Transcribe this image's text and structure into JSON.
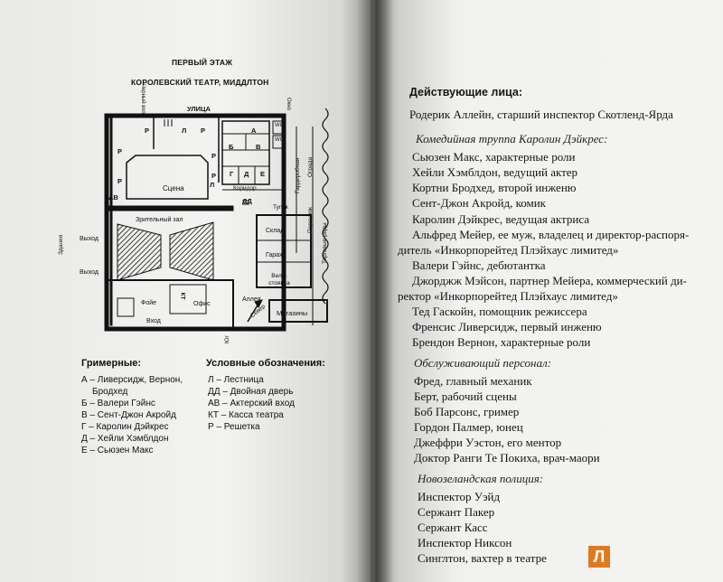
{
  "plan": {
    "floor_title": "ПЕРВЫЙ ЭТАЖ",
    "theatre_title": "КОРОЛЕВСКИЙ ТЕАТР, МИДДЛТОН",
    "street": "УЛИЦА",
    "black_entrance": "Черный вход",
    "window": "Окно",
    "wc1": "WC",
    "wc2": "WC",
    "room_A": "А",
    "room_B": "Б",
    "room_V": "В",
    "room_G": "Г",
    "room_D": "Д",
    "room_E": "Е",
    "R1": "Р",
    "L1": "Л",
    "R2": "Р",
    "R3": "Р",
    "R4": "Р",
    "R5": "Р",
    "R6": "Р",
    "L2": "Л",
    "stage": "Сцена",
    "AV": "АВ",
    "corridor": "Коридор",
    "wardrobe": "Гардеробная",
    "fence": "Ограда",
    "DD": "ДД",
    "deadend": "Тупик",
    "lane": "Переулок",
    "parking_lot": "Торговые ряды",
    "buildings": "Здания",
    "hall": "Зрительный зал",
    "exit1": "Выход",
    "exit2": "Выход",
    "warehouse": "Склад",
    "garage": "Гараж",
    "bikes": "Вело-стоянка",
    "foyer": "Фойе",
    "KT": "КТ",
    "office": "Офис",
    "entrance": "Вход",
    "alley": "Аллея",
    "north": "Север",
    "south": "Юг",
    "shops": "Магазины"
  },
  "legend": {
    "dressing_title": "Гримерные:",
    "dressing": [
      "А – Ливерсидж, Вернон,",
      "Бродхед",
      "Б – Валери Гэйнс",
      "В – Сент-Джон Акройд",
      "Г – Каролин Дэйкрес",
      "Д – Хейли Хэмблдон",
      "Е – Сьюзен Макс"
    ],
    "symbols_title": "Условные обозначения:",
    "symbols": [
      "Л – Лестница",
      "ДД – Двойная дверь",
      "АВ – Актерский вход",
      "КТ – Касса театра",
      "Р – Решетка"
    ]
  },
  "cast": {
    "heading": "Действующие лица:",
    "lead": "Родерик Аллейн, старший инспектор Скотленд-Ярда",
    "troupe_title": "Комедийная труппа Каролин Дэйкрес:",
    "troupe": [
      "Сьюзен Макс, характерные роли",
      "Хейли Хэмблдон, ведущий актер",
      "Кортни Бродхед, второй инженю",
      "Сент-Джон Акройд, комик",
      "Каролин Дэйкрес, ведущая актриса",
      "Альфред Мейер, ее муж, владелец и директор-распоря-",
      "дитель «Инкорпорейтед Плэйхаус лимитед»",
      "Валери Гэйнс, дебютантка",
      "Джорджж Мэйсон, партнер Мейера, коммерческий ди-",
      "ректор «Инкорпорейтед Плэйхаус лимитед»",
      "Тед Гаскойн, помощник режиссера",
      "Френсис Ливерсидж, первый инженю",
      "Брендон Вернон, характерные роли"
    ],
    "staff_title": "Обслуживающий персонал:",
    "staff": [
      "Фред, главный механик",
      "Берт, рабочий сцены",
      "Боб Парсонс, гример",
      "Гордон Палмер, юнец",
      "Джеффри Уэстон, его ментор",
      "Доктор Ранги Те Покиха, врач-маори"
    ],
    "police_title": "Новозеландская полиция:",
    "police": [
      "Инспектор Уэйд",
      "Сержант Пакер",
      "Сержант Касс",
      "Инспектор Никсон",
      "Синглтон, вахтер в театре"
    ]
  },
  "logo": "Л"
}
